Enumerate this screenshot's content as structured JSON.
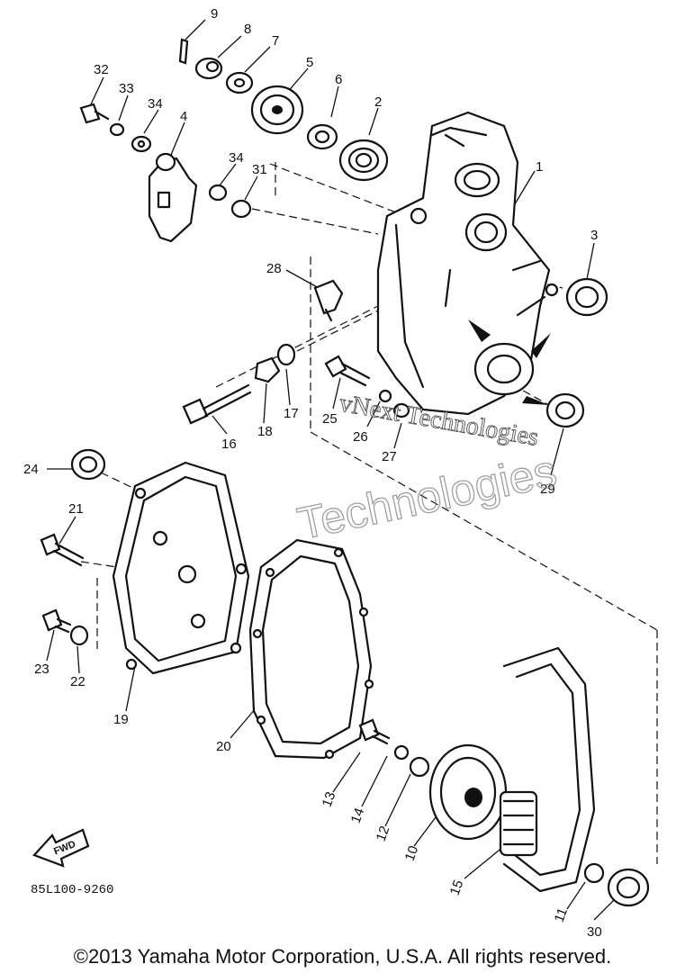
{
  "part_labels": [
    {
      "id": "1",
      "text": "1"
    },
    {
      "id": "2",
      "text": "2"
    },
    {
      "id": "3",
      "text": "3"
    },
    {
      "id": "4",
      "text": "4"
    },
    {
      "id": "5",
      "text": "5"
    },
    {
      "id": "6",
      "text": "6"
    },
    {
      "id": "7",
      "text": "7"
    },
    {
      "id": "8",
      "text": "8"
    },
    {
      "id": "9",
      "text": "9"
    },
    {
      "id": "10",
      "text": "10"
    },
    {
      "id": "11",
      "text": "11"
    },
    {
      "id": "12",
      "text": "12"
    },
    {
      "id": "13",
      "text": "13"
    },
    {
      "id": "14",
      "text": "14"
    },
    {
      "id": "15",
      "text": "15"
    },
    {
      "id": "16",
      "text": "16"
    },
    {
      "id": "17",
      "text": "17"
    },
    {
      "id": "18",
      "text": "18"
    },
    {
      "id": "19",
      "text": "19"
    },
    {
      "id": "20",
      "text": "20"
    },
    {
      "id": "21",
      "text": "21"
    },
    {
      "id": "22",
      "text": "22"
    },
    {
      "id": "23",
      "text": "23"
    },
    {
      "id": "24",
      "text": "24"
    },
    {
      "id": "25",
      "text": "25"
    },
    {
      "id": "26",
      "text": "26"
    },
    {
      "id": "27",
      "text": "27"
    },
    {
      "id": "28",
      "text": "28"
    },
    {
      "id": "29",
      "text": "29"
    },
    {
      "id": "30",
      "text": "30"
    },
    {
      "id": "31",
      "text": "31"
    },
    {
      "id": "32",
      "text": "32"
    },
    {
      "id": "33",
      "text": "33"
    },
    {
      "id": "34a",
      "text": "34"
    },
    {
      "id": "34b",
      "text": "34"
    }
  ],
  "fwd_label": "FWD",
  "diagram_code": "85L100-9260",
  "watermark": {
    "line1": "vNext Technologies",
    "line2": "Technologies"
  },
  "copyright": "©2013 Yamaha Motor Corporation, U.S.A. All rights reserved."
}
